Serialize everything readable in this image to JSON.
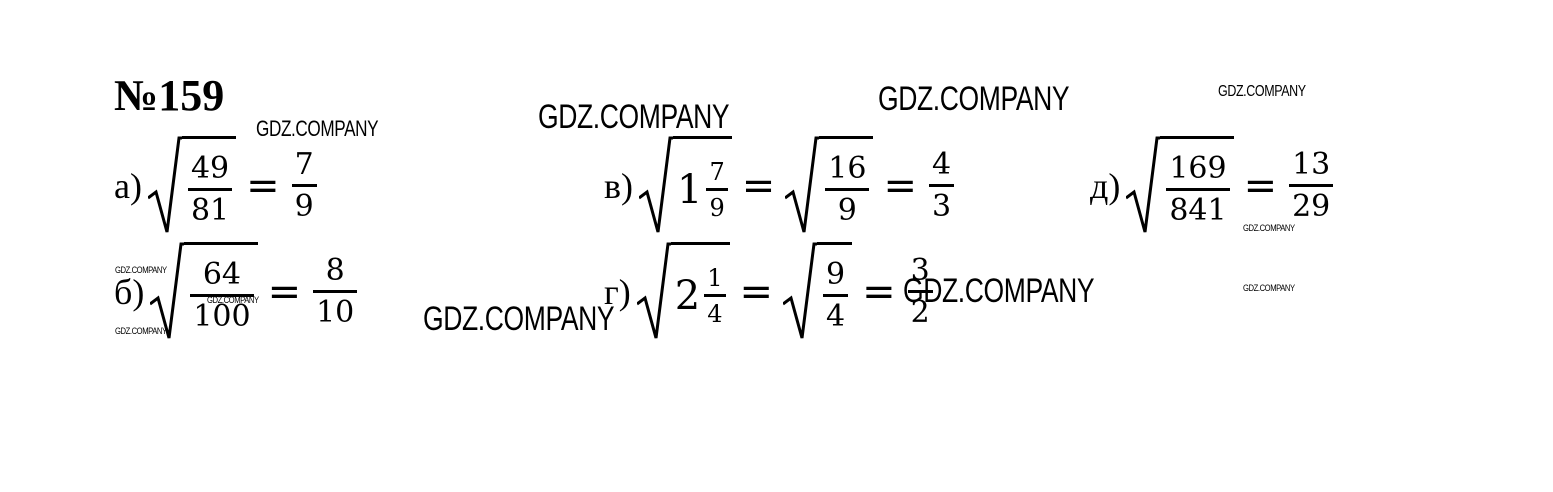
{
  "problem": {
    "title": "№159"
  },
  "watermark": "GDZ.COMPANY",
  "items": [
    {
      "label": "а)",
      "radicand_num": "49",
      "radicand_den": "81",
      "result_num": "7",
      "result_den": "9"
    },
    {
      "label": "б)",
      "radicand_num": "64",
      "radicand_den": "100",
      "result_num": "8",
      "result_den": "10"
    },
    {
      "label": "в)",
      "whole": "1",
      "mixed_num": "7",
      "mixed_den": "9",
      "improper_num": "16",
      "improper_den": "9",
      "result_num": "4",
      "result_den": "3"
    },
    {
      "label": "г)",
      "whole": "2",
      "mixed_num": "1",
      "mixed_den": "4",
      "improper_num": "9",
      "improper_den": "4",
      "result_num": "3",
      "result_den": "2"
    },
    {
      "label": "д)",
      "radicand_num": "169",
      "radicand_den": "841",
      "result_num": "13",
      "result_den": "29"
    }
  ],
  "symbols": {
    "equals": "="
  }
}
